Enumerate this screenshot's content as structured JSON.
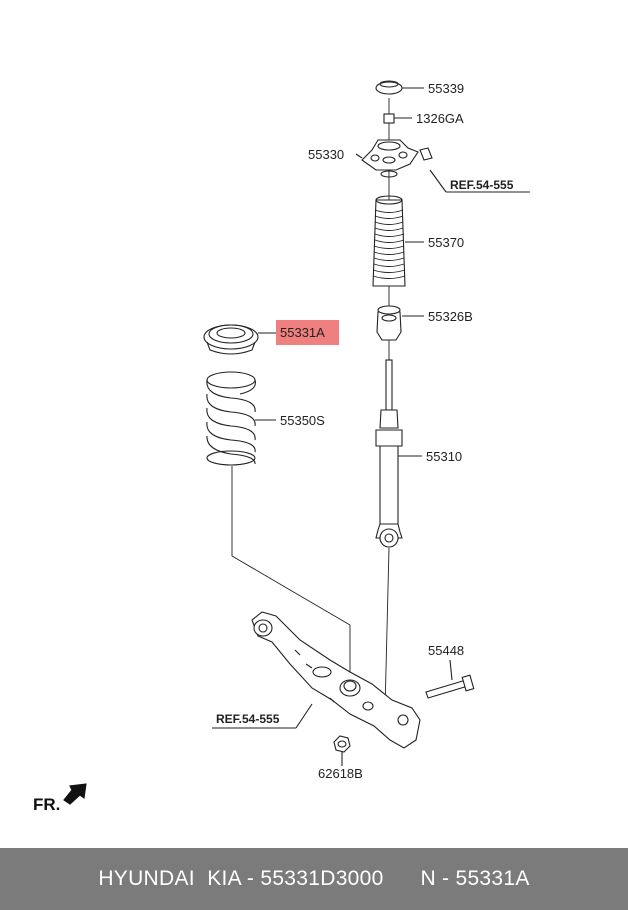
{
  "parts": {
    "p55339": "55339",
    "p1326GA": "1326GA",
    "p55330": "55330",
    "p55370": "55370",
    "p55326B": "55326B",
    "p55331A": "55331A",
    "p55350S": "55350S",
    "p55310": "55310",
    "p55448": "55448",
    "p62618B": "62618B"
  },
  "refs": {
    "ref_top": "REF.54-555",
    "ref_bottom": "REF.54-555"
  },
  "direction_label": "FR.",
  "highlight_color": "#f08080",
  "footer": {
    "brand": "HYUNDAI  KIA - 55331D3000",
    "part_no": "N - 55331A"
  }
}
